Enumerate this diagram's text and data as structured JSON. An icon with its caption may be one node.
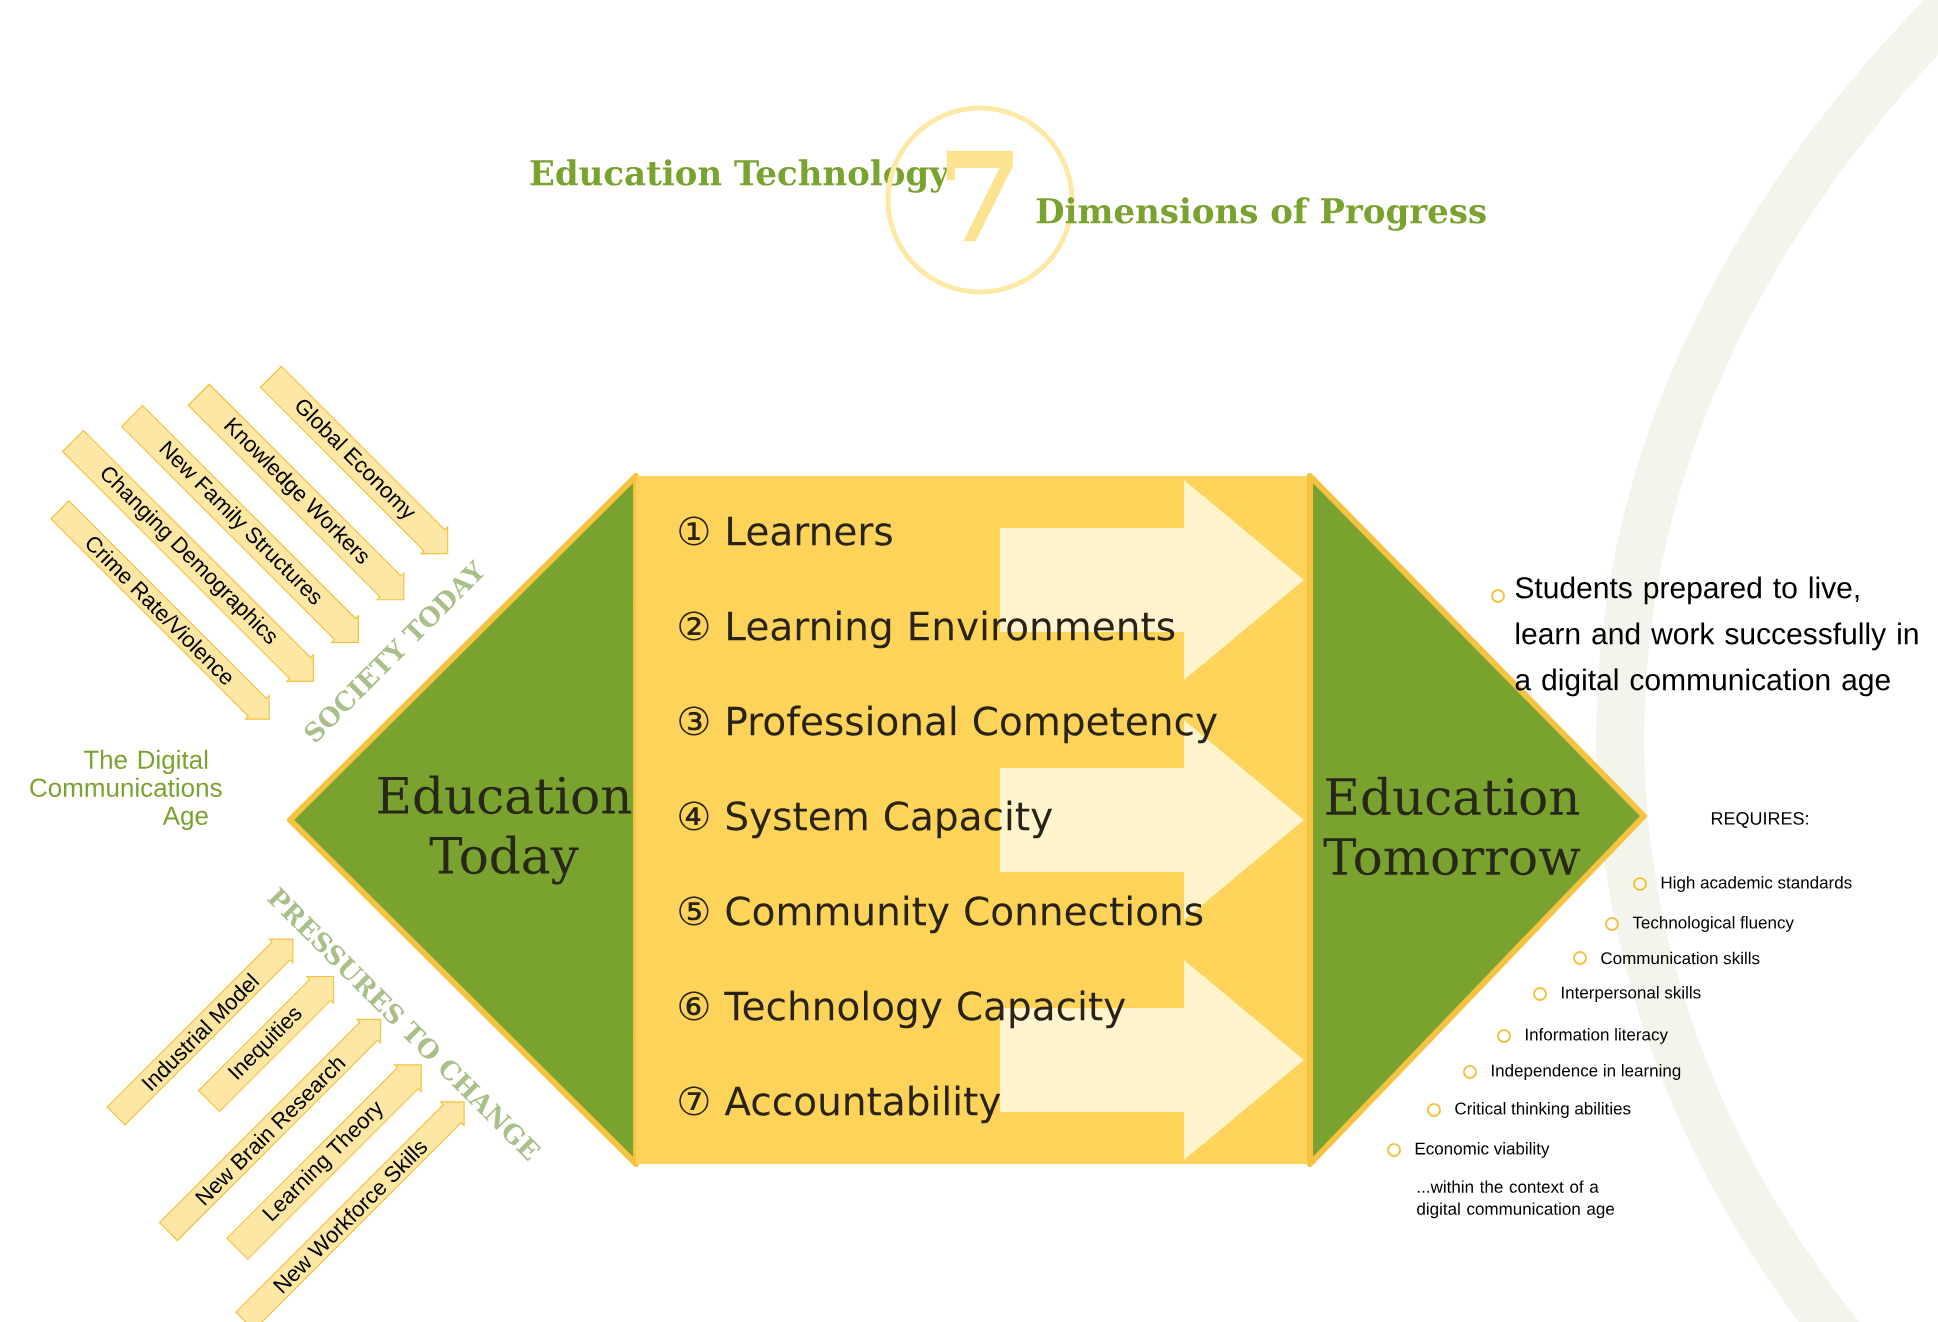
{
  "diagram": {
    "nodes": [
      {
        "text": [
          "Global Economy"
        ]
      },
      {
        "text": [
          "Knowledge Workers"
        ]
      },
      {
        "text": [
          "New Family Structures"
        ]
      },
      {
        "text": [
          "Changing Demographics"
        ]
      },
      {
        "text": [
          "Crime Rate/Violence"
        ]
      },
      {
        "text": [
          "Industrial Model"
        ]
      },
      {
        "text": [
          "Inequities"
        ]
      },
      {
        "text": [
          "New Brain Research"
        ]
      },
      {
        "text": [
          "Learning Theory"
        ]
      },
      {
        "text": [
          "New Workforce Skills"
        ]
      },
      {
        "text": [
          "Education Today"
        ]
      },
      {
        "text": [
          "① Learners",
          "② Learning Environments",
          "③ Professional Competency",
          "④ System Capacity",
          "⑤ Community Connections",
          "⑥ Technology Capacity",
          "⑦ Accountability"
        ]
      },
      {
        "text": [
          "Education Tomorrow"
        ]
      }
    ],
    "labels": [
      "Education Technology",
      "7",
      "Dimensions of Progress",
      "SOCIETY TODAY",
      "The Digital Communications Age",
      "PRESSURES TO CHANGE",
      "Students prepared to live, learn and work successfully in a digital communication age",
      "REQUIRES:",
      "High academic standards",
      "Technological fluency",
      "Communication skills",
      "Interpersonal skills",
      "Information literacy",
      "Independence in learning",
      "Critical thinking abilities",
      "Economic viability",
      "...within the context of a digital communication age"
    ]
  }
}
